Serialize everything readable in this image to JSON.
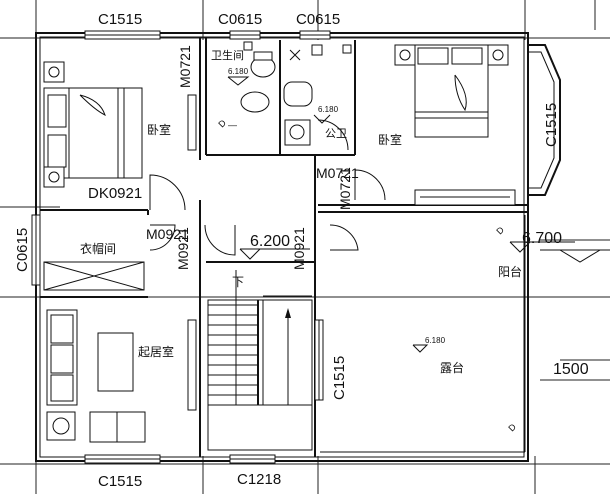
{
  "windows": {
    "top_left": "C1515",
    "top_mid_1": "C0615",
    "top_mid_2": "C0615",
    "right_bay": "C1515",
    "left_side": "C0615",
    "stair_side": "C1515",
    "bottom_left": "C1515",
    "bottom_mid": "C1218"
  },
  "doors": {
    "bedroom_left": "M0721",
    "bedroom_right": "M0721",
    "dk": "DK0921",
    "closet": "M0921",
    "stair_left": "M0921",
    "stair_right": "M0921"
  },
  "rooms": {
    "bathroom_master": "卫生间",
    "bedroom_left": "卧室",
    "bedroom_right": "卧室",
    "public_bath": "公卫",
    "closet": "衣帽间",
    "living": "起居室",
    "balcony": "阳台",
    "terrace": "露台"
  },
  "elevations": {
    "bath_master": "6.180",
    "public_bath": "6.180",
    "floor": "6.200",
    "balcony": "6.700",
    "terrace": "6.180"
  },
  "dimension": "1500",
  "stair_down": "下"
}
